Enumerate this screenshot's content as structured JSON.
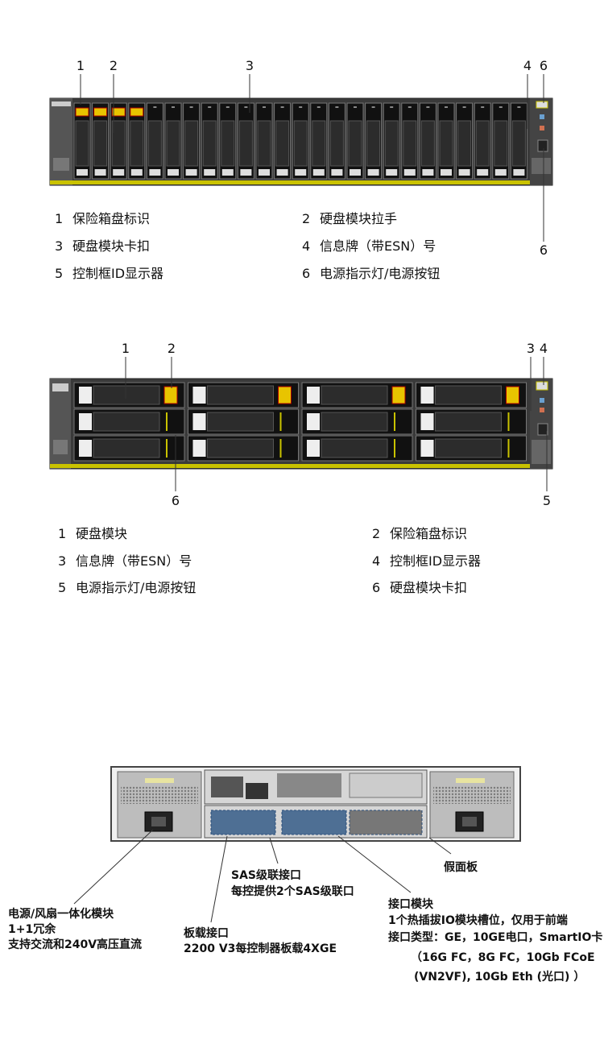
{
  "diagram1": {
    "callouts": [
      "1",
      "2",
      "3",
      "4",
      "6",
      "6"
    ],
    "legend": [
      {
        "num": "1",
        "text": "保险箱盘标识"
      },
      {
        "num": "2",
        "text": "硬盘模块拉手"
      },
      {
        "num": "3",
        "text": "硬盘模块卡扣"
      },
      {
        "num": "4",
        "text": "信息牌（带ESN）号"
      },
      {
        "num": "5",
        "text": "控制框ID显示器"
      },
      {
        "num": "6",
        "text": "电源指示灯/电源按钮"
      }
    ]
  },
  "diagram2": {
    "callouts": [
      "1",
      "2",
      "3",
      "4",
      "6",
      "5"
    ],
    "legend": [
      {
        "num": "1",
        "text": "硬盘模块"
      },
      {
        "num": "2",
        "text": "保险箱盘标识"
      },
      {
        "num": "3",
        "text": "信息牌（带ESN）号"
      },
      {
        "num": "4",
        "text": "控制框ID显示器"
      },
      {
        "num": "5",
        "text": "电源指示灯/电源按钮"
      },
      {
        "num": "6",
        "text": "硬盘模块卡扣"
      }
    ]
  },
  "diagram3": {
    "notes": {
      "blank_panel": "假面板",
      "sas_title": "SAS级联接口",
      "sas_desc": "每控提供2个SAS级联口",
      "io_title": "接口模块",
      "io_line1": "1个热插拔IO模块槽位，仅用于前端",
      "io_line2": "接口类型：GE，10GE电口，SmartIO卡",
      "io_line3": "（16G FC，8G FC，10Gb FCoE",
      "io_line4": "(VN2VF), 10Gb Eth (光口) ）",
      "psu_title": "电源/风扇一体化模块",
      "psu_line1": "1+1冗余",
      "psu_line2": "支持交流和240V高压直流",
      "onboard_title": "板载接口",
      "onboard_desc": "2200 V3每控制器板载4XGE"
    }
  }
}
